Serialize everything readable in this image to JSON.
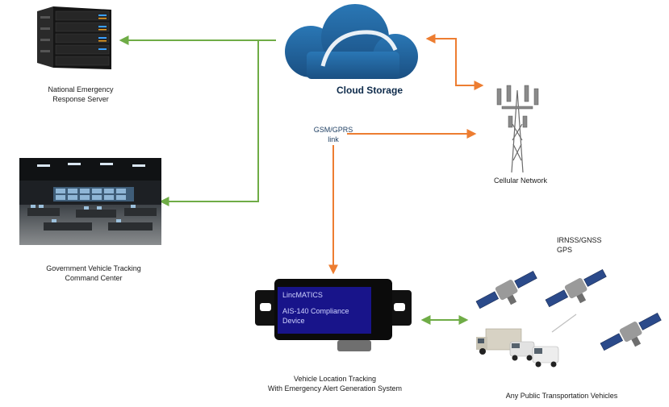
{
  "nodes": {
    "server": {
      "label_line1": "National Emergency",
      "label_line2": "Response Server"
    },
    "command_center": {
      "label_line1": "Government Vehicle Tracking",
      "label_line2": "Command Center"
    },
    "cloud": {
      "label": "Cloud Storage"
    },
    "cellular": {
      "label": "Cellular Network"
    },
    "link": {
      "label_line1": "GSM/GPRS",
      "label_line2": "link"
    },
    "gps": {
      "label_line1": "IRNSS/GNSS",
      "label_line2": "GPS"
    },
    "device": {
      "screen_line1": "LincMATICS",
      "screen_line2": "AIS-140 Compliance",
      "screen_line3": "Device",
      "label_line1": "Vehicle Location Tracking",
      "label_line2": "With Emergency Alert Generation System"
    },
    "vehicles": {
      "label": "Any Public Transportation Vehicles"
    }
  },
  "colors": {
    "green_arrow": "#6fac46",
    "orange_arrow": "#ed7d31",
    "cloud": "#1f5c8f",
    "server_led": "#3aa0ff"
  },
  "icons": [
    "server-rack-icon",
    "cloud-icon",
    "cell-tower-icon",
    "control-room-image",
    "tracking-device-icon",
    "satellite-icon",
    "truck-icon",
    "van-icon"
  ]
}
